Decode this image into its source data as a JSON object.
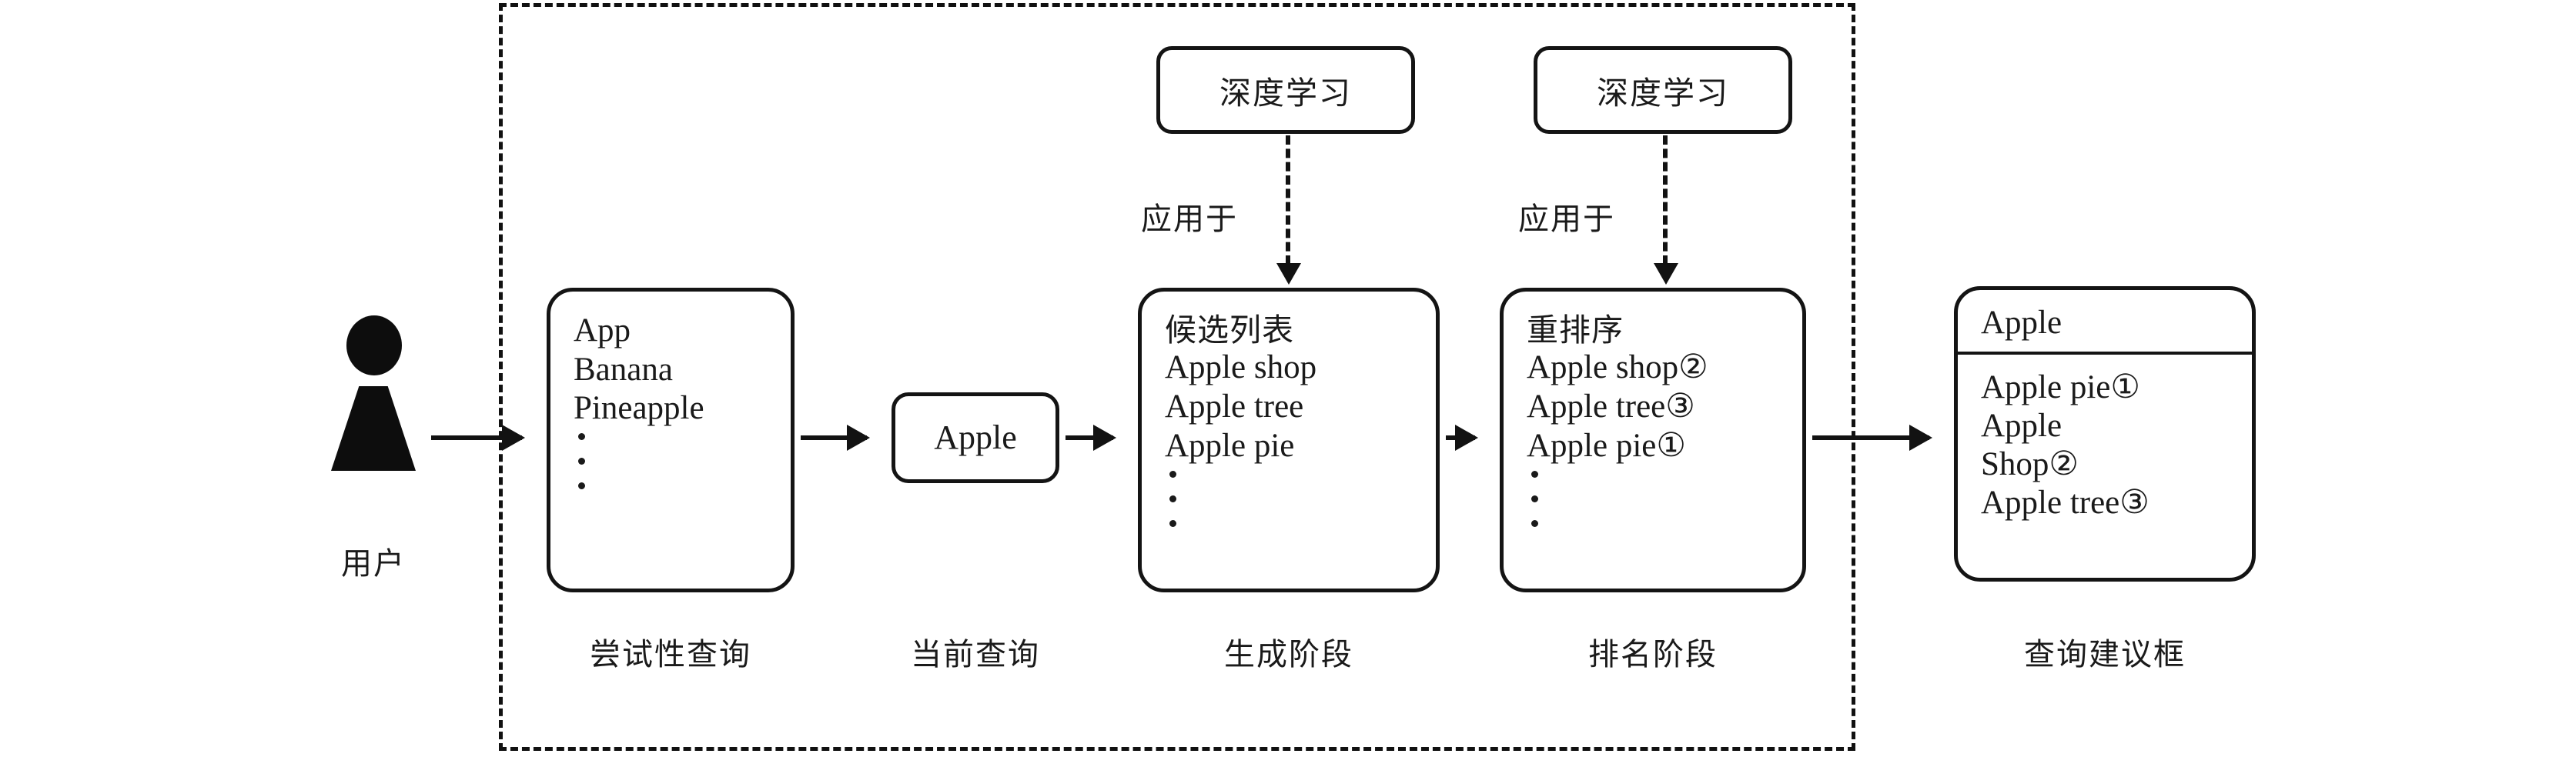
{
  "diagram": {
    "title": "query-suggestion-pipeline",
    "colors": {
      "ink": "#1a1a1a",
      "stroke": "#141414",
      "background": "#ffffff"
    }
  },
  "actor": {
    "icon": "user-person-icon",
    "label": "用户"
  },
  "deep_learning_boxes": [
    {
      "label": "深度学习"
    },
    {
      "label": "深度学习"
    }
  ],
  "applied_labels": [
    "应用于",
    "应用于"
  ],
  "nodes": {
    "tentative_query": {
      "caption": "尝试性查询",
      "lines": [
        "App",
        "Banana",
        "Pineapple"
      ],
      "ellipsis": true
    },
    "current_query": {
      "caption": "当前查询",
      "value": "Apple"
    },
    "generation_stage": {
      "caption": "生成阶段",
      "heading": "候选列表",
      "lines": [
        "Apple shop",
        "Apple tree",
        "Apple pie"
      ],
      "ellipsis": true
    },
    "ranking_stage": {
      "caption": "排名阶段",
      "heading": "重排序",
      "lines": [
        "Apple shop②",
        "Apple tree③",
        "Apple pie①"
      ],
      "ellipsis": true
    },
    "suggestion_box": {
      "caption": "查询建议框",
      "header": "Apple",
      "lines": [
        "Apple pie①",
        "Apple",
        "Shop②",
        "Apple tree③"
      ],
      "ellipsis": false
    }
  },
  "edges": {
    "user_to_tentative": "arrow-right",
    "tentative_to_current": "arrow-right",
    "current_to_generation": "arrow-right",
    "generation_to_ranking": "arrow-right",
    "ranking_to_suggestion": "arrow-right",
    "dl_to_generation": "dashed-arrow-down",
    "dl_to_ranking": "dashed-arrow-down"
  }
}
